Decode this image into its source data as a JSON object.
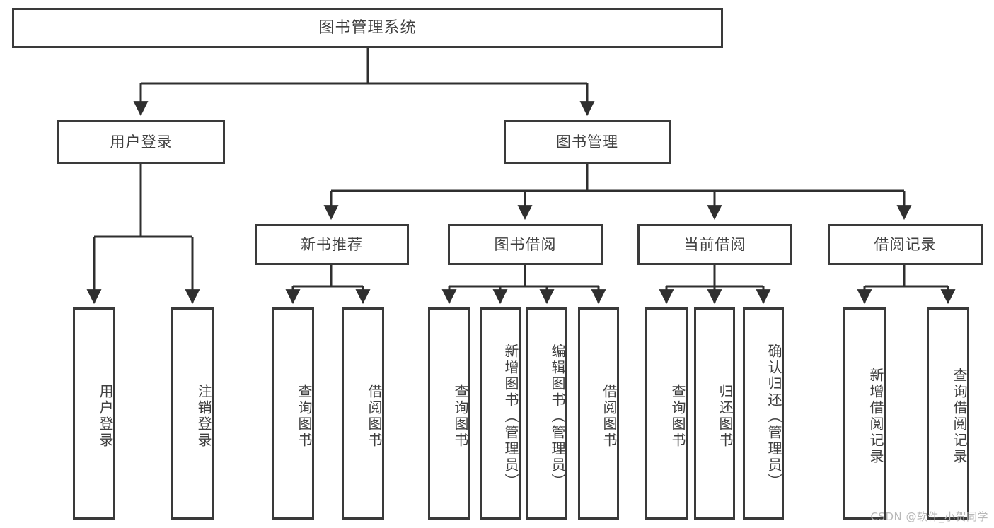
{
  "diagram": {
    "title": "图书管理系统",
    "watermark": "CSDN @软件_小贺同学",
    "colors": {
      "box_border": "#3a3a3a",
      "box_fill": "#ffffff",
      "text": "#3f3f3f",
      "connector": "#2f2f2f",
      "watermark": "#b9b9b9",
      "background": "#ffffff"
    },
    "root": {
      "label": "图书管理系统"
    },
    "level2": [
      {
        "label": "用户登录"
      },
      {
        "label": "图书管理"
      }
    ],
    "level3": [
      {
        "label": "新书推荐"
      },
      {
        "label": "图书借阅"
      },
      {
        "label": "当前借阅"
      },
      {
        "label": "借阅记录"
      }
    ],
    "leaves": {
      "user_login": [
        {
          "label": "用户登录"
        },
        {
          "label": "注销登录"
        }
      ],
      "new_book_recommend": [
        {
          "label": "查询图书"
        },
        {
          "label": "借阅图书"
        }
      ],
      "book_borrow": [
        {
          "label": "查询图书"
        },
        {
          "label": "新增图书（管理员）"
        },
        {
          "label": "编辑图书（管理员）"
        },
        {
          "label": "借阅图书"
        }
      ],
      "current_borrow": [
        {
          "label": "查询图书"
        },
        {
          "label": "归还图书"
        },
        {
          "label": "确认归还（管理员）"
        }
      ],
      "borrow_records": [
        {
          "label": "新增借阅记录"
        },
        {
          "label": "查询借阅记录"
        }
      ]
    }
  }
}
